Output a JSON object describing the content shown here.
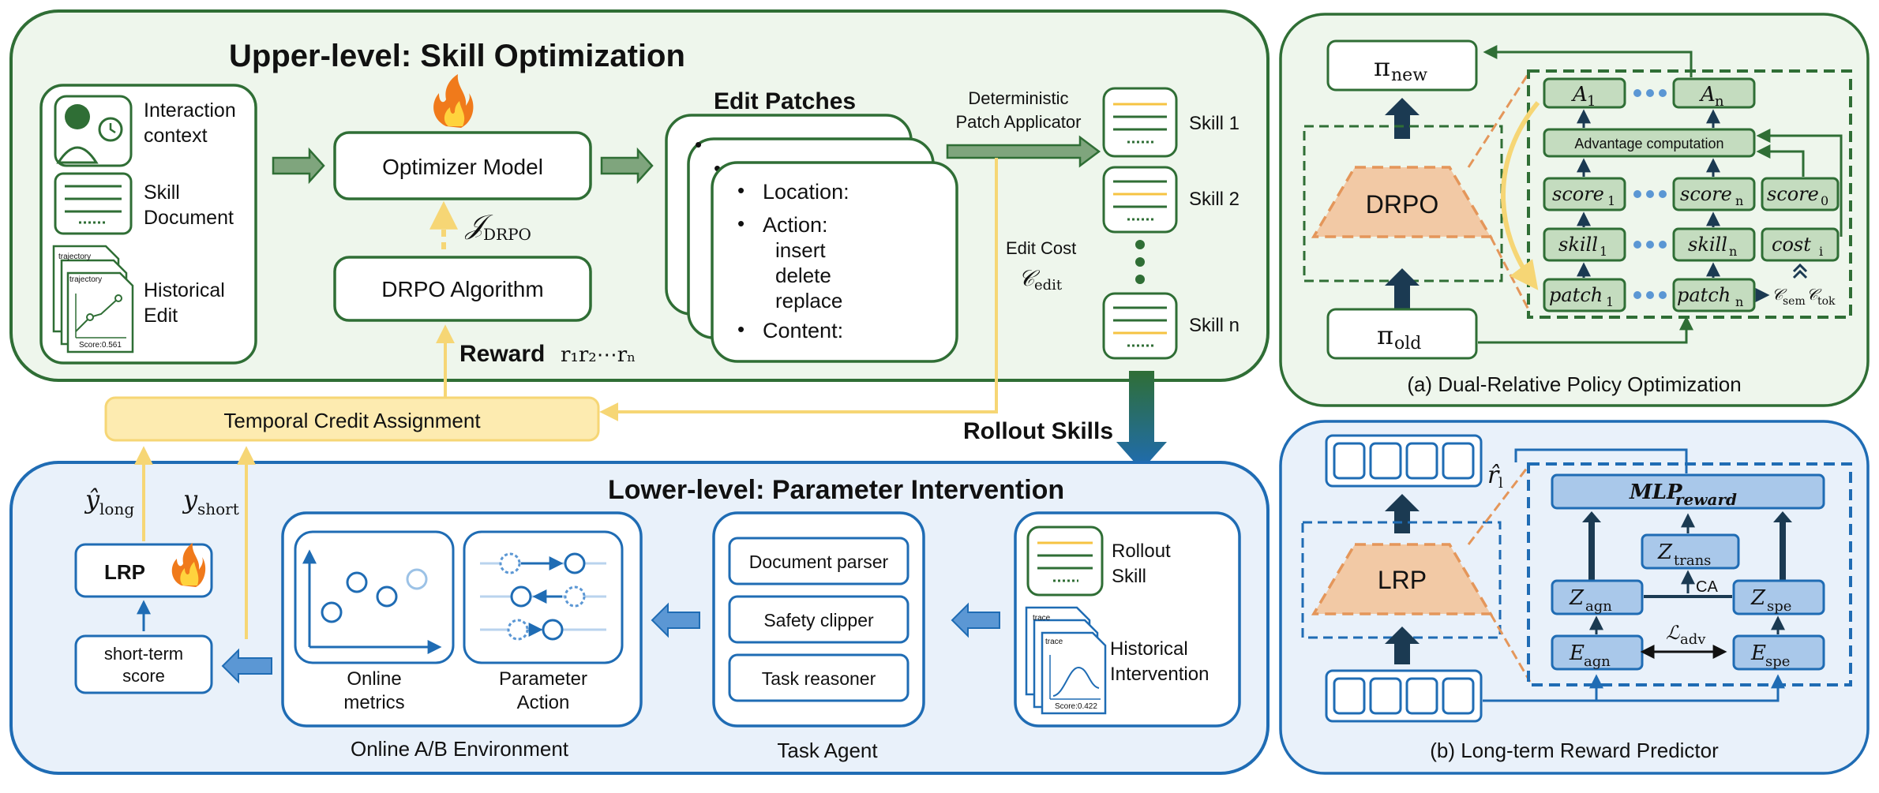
{
  "upper": {
    "title": "Upper-level: Skill Optimization",
    "inputs": [
      "Interaction",
      "context",
      "Skill",
      "Document",
      "Historical",
      "Edit"
    ],
    "doc_trajectory": "trajectory",
    "doc_score": "Score:0.561",
    "optimizer": "Optimizer Model",
    "objective": "𝒥",
    "objective_sub": "DRPO",
    "algorithm": "DRPO Algorithm",
    "reward_label": "Reward",
    "reward_vals": "r₁r₂⋯rₙ",
    "edit_patches_title": "Edit Patches",
    "patch_items": [
      "Location:",
      "Action:",
      "insert",
      "delete",
      "replace",
      "Content:"
    ],
    "applicator": [
      "Deterministic",
      "Patch Applicator"
    ],
    "edit_cost": "Edit Cost",
    "edit_cost_sym": "𝒞",
    "edit_cost_sub": "edit",
    "skills": [
      "Skill 1",
      "Skill 2",
      "Skill n"
    ],
    "dots": "•••••"
  },
  "tca": "Temporal Credit Assignment",
  "rollout_skills": "Rollout Skills",
  "lower": {
    "title": "Lower-level: Parameter Intervention",
    "y_long": "ŷ",
    "y_long_sub": "long",
    "y_short": "y",
    "y_short_sub": "short",
    "lrp": "LRP",
    "short_term": [
      "short-term",
      "score"
    ],
    "online_metrics": [
      "Online",
      "metrics"
    ],
    "param_action": [
      "Parameter",
      "Action"
    ],
    "env_label": "Online A/B Environment",
    "agent_items": [
      "Document parser",
      "Safety clipper",
      "Task reasoner"
    ],
    "agent_label": "Task Agent",
    "rollout_skill": [
      "Rollout",
      "Skill"
    ],
    "hist_intervention": [
      "Historical",
      "Intervention"
    ],
    "trace": "trace",
    "trace_score": "Score:0.422"
  },
  "panel_a": {
    "caption": "(a) Dual-Relative Policy Optimization",
    "pi_new": "π",
    "pi_new_sub": "new",
    "pi_old": "π",
    "pi_old_sub": "old",
    "drpo": "DRPO",
    "a1": "A",
    "a1_sub": "1",
    "an": "A",
    "an_sub": "n",
    "advantage": "Advantage computation",
    "score1": "score",
    "score1_sub": "1",
    "scoren": "score",
    "scoren_sub": "n",
    "score0": "score",
    "score0_sub": "0",
    "skill1": "skill",
    "skill1_sub": "1",
    "skilln": "skill",
    "skilln_sub": "n",
    "costi": "cost",
    "costi_sub": "i",
    "patch1": "patch",
    "patch1_sub": "1",
    "patchn": "patch",
    "patchn_sub": "n",
    "c_sem": "𝒞",
    "c_sem_sub": "sem",
    "c_tok": "𝒞",
    "c_tok_sub": "tok"
  },
  "panel_b": {
    "caption": "(b) Long-term Reward Predictor",
    "r_hat": "r̂",
    "r_hat_sub": "l",
    "lrp": "LRP",
    "mlp": "MLP",
    "mlp_sub": "reward",
    "z_trans": "Z",
    "z_trans_sub": "trans",
    "z_agn": "Z",
    "z_agn_sub": "agn",
    "z_spe": "Z",
    "z_spe_sub": "spe",
    "ca": "CA",
    "l_adv": "ℒ",
    "l_adv_sub": "adv",
    "e_agn": "E",
    "e_agn_sub": "agn",
    "e_spe": "E",
    "e_spe_sub": "spe"
  },
  "colors": {
    "green_border": "#2f6e35",
    "green_fill": "#eef6ec",
    "blue_border": "#1f6cb4",
    "blue_fill": "#e9f1fa",
    "yellow": "#f6d675",
    "orange_fill": "#f2c9a5",
    "orange_border": "#e4965a"
  }
}
